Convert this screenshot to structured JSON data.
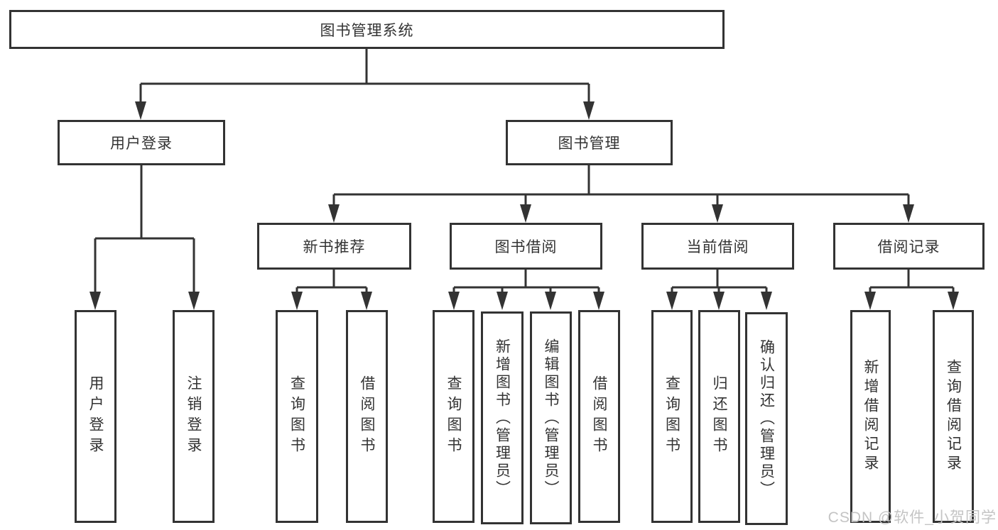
{
  "diagram": {
    "root": "图书管理系统",
    "level1": {
      "user_login": "用户登录",
      "book_mgmt": "图书管理"
    },
    "level2": {
      "new_book_rec": "新书推荐",
      "book_borrow": "图书借阅",
      "current_borrow": "当前借阅",
      "borrow_records": "借阅记录"
    },
    "leaves": {
      "user_login": "用户登录",
      "logout": "注销登录",
      "nbr_query_books": "查询图书",
      "nbr_borrow_books": "借阅图书",
      "bb_query_books": "查询图书",
      "bb_add_books": "新增图书（管理员）",
      "bb_edit_books": "编辑图书（管理员）",
      "bb_borrow_books": "借阅图书",
      "cb_query_books": "查询图书",
      "cb_return_books": "归还图书",
      "cb_confirm_return": "确认归还（管理员）",
      "br_add_record": "新增借阅记录",
      "br_query_record": "查询借阅记录"
    }
  },
  "watermark": "CSDN @软件_小贺同学",
  "colors": {
    "line": "#333333",
    "box_border": "#333333",
    "text": "#333333",
    "background": "#ffffff",
    "watermark": "#c4c4c4"
  }
}
